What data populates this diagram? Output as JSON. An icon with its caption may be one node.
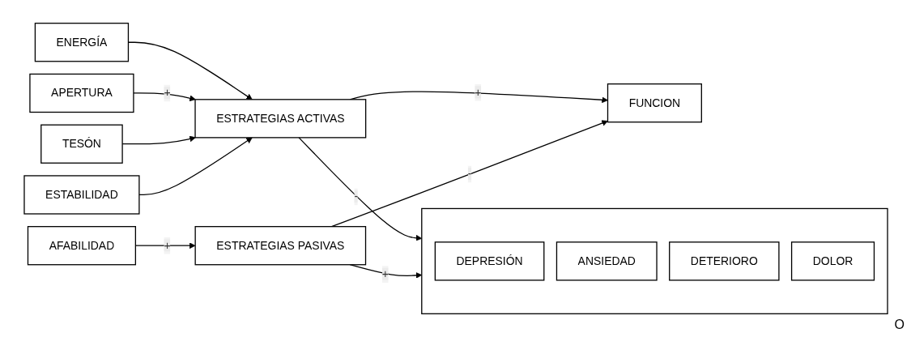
{
  "diagram": {
    "nodes": [
      {
        "text": [
          "ENERGÍA"
        ]
      },
      {
        "text": [
          "APERTURA"
        ]
      },
      {
        "text": [
          "TESÓN"
        ]
      },
      {
        "text": [
          "ESTABILIDAD"
        ]
      },
      {
        "text": [
          "AFABILIDAD"
        ]
      },
      {
        "text": [
          "ESTRATEGIAS ACTIVAS"
        ]
      },
      {
        "text": [
          "ESTRATEGIAS PASIVAS"
        ]
      },
      {
        "text": [],
        "shape": "box"
      },
      {
        "text": [
          "DEPRESIÓN"
        ],
        "in": 7
      },
      {
        "text": [
          "ANSIEDAD"
        ],
        "in": 7
      },
      {
        "text": [
          "DETERIORO"
        ],
        "in": 7
      },
      {
        "text": [
          "DOLOR"
        ],
        "in": 7
      },
      {
        "text": [
          "FUNCION"
        ]
      }
    ],
    "edges": [
      {
        "from": 0,
        "to": 5,
        "arrow": "to"
      },
      {
        "from": 1,
        "to": 5,
        "arrow": "to",
        "label": "+"
      },
      {
        "from": 2,
        "to": 5,
        "arrow": "to"
      },
      {
        "from": 3,
        "to": 5,
        "arrow": "to"
      },
      {
        "from": 4,
        "to": 6,
        "arrow": "to",
        "label": "+"
      },
      {
        "from": 5,
        "to": 7,
        "arrow": "to",
        "label": "-"
      },
      {
        "from": 5,
        "to": 12,
        "arrow": "to",
        "label": "+"
      },
      {
        "from": 6,
        "to": 7,
        "arrow": "to",
        "label": "+"
      },
      {
        "from": 6,
        "to": 12,
        "arrow": "to",
        "label": "-"
      }
    ],
    "labels": [
      "O"
    ]
  }
}
